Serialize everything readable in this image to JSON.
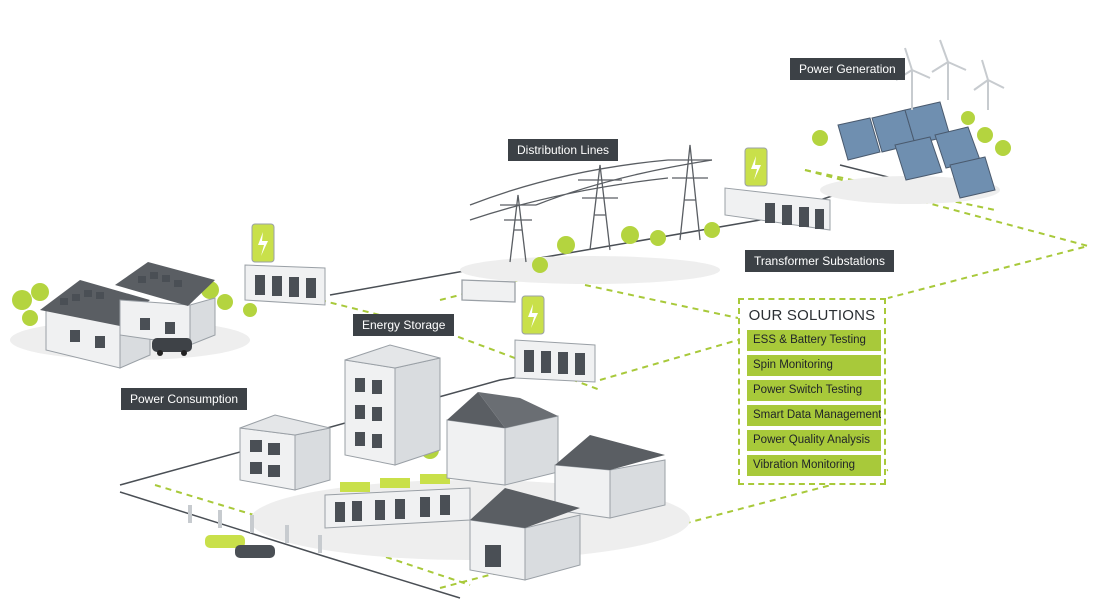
{
  "labels": {
    "power_generation": "Power Generation",
    "distribution_lines": "Distribution Lines",
    "transformer_substations": "Transformer Substations",
    "energy_storage": "Energy Storage",
    "power_consumption": "Power Consumption"
  },
  "solutions": {
    "title": "OUR SOLUTIONS",
    "items": [
      "ESS & Battery Testing",
      "Spin Monitoring",
      "Power Switch Testing",
      "Smart Data Management",
      "Power Quality Analysis",
      "Vibration Monitoring"
    ]
  },
  "colors": {
    "accent_green": "#a8c93a",
    "label_bg": "#3c4146",
    "building_white": "#f0f1f2",
    "roof_gray": "#5a5e63"
  }
}
